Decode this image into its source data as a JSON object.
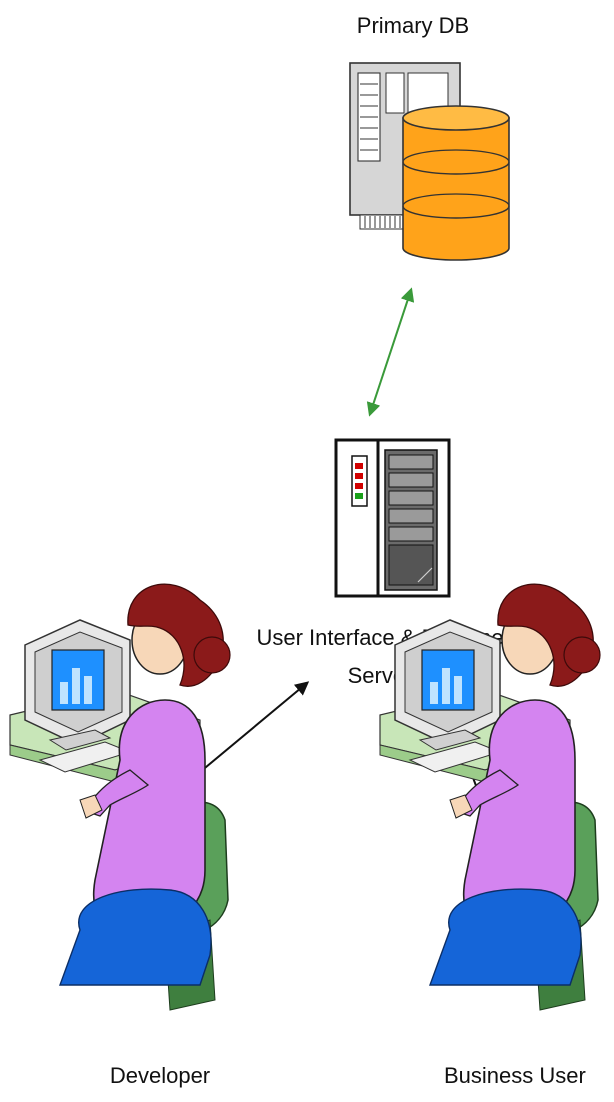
{
  "nodes": {
    "primary_db": {
      "label": "Primary DB",
      "icon": "database-server-icon"
    },
    "ui_runtime_server": {
      "label_line1": "User Interface & Runtime",
      "label_line2": "Server",
      "icon": "server-tower-icon"
    },
    "developer": {
      "label": "Developer",
      "icon": "user-at-computer-icon"
    },
    "business_user": {
      "label": "Business User",
      "icon": "user-at-computer-icon"
    }
  },
  "colors": {
    "db_link": "#3a9a3a",
    "user_link": "#111111",
    "db_cylinder": "#ffa31a",
    "hair": "#8b1a1a",
    "shirt": "#d484f0",
    "chair": "#5aa05a",
    "screen": "#1e90ff"
  }
}
